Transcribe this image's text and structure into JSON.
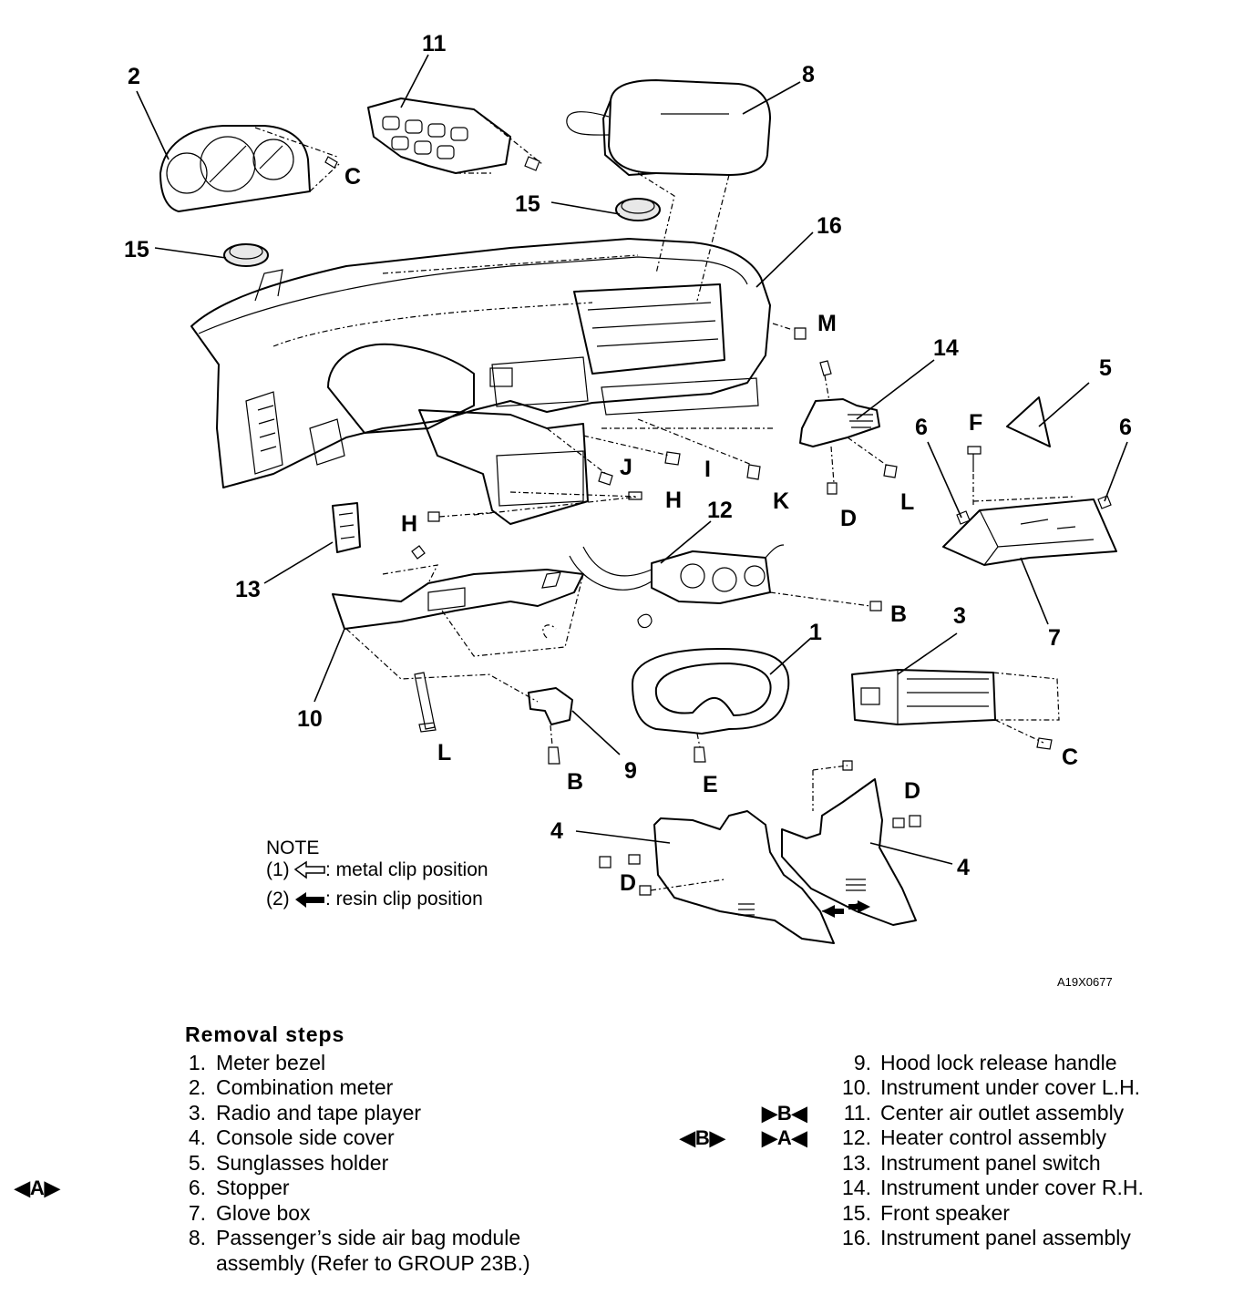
{
  "callouts": [
    {
      "id": "c2",
      "text": "2"
    },
    {
      "id": "c11",
      "text": "11"
    },
    {
      "id": "c8",
      "text": "8"
    },
    {
      "id": "cC1",
      "text": "C"
    },
    {
      "id": "c15a",
      "text": "15"
    },
    {
      "id": "c15b",
      "text": "15"
    },
    {
      "id": "c16",
      "text": "16"
    },
    {
      "id": "cM",
      "text": "M"
    },
    {
      "id": "c14",
      "text": "14"
    },
    {
      "id": "c5",
      "text": "5"
    },
    {
      "id": "c6a",
      "text": "6"
    },
    {
      "id": "cF",
      "text": "F"
    },
    {
      "id": "c6b",
      "text": "6"
    },
    {
      "id": "cJ",
      "text": "J"
    },
    {
      "id": "cI",
      "text": "I"
    },
    {
      "id": "cK",
      "text": "K"
    },
    {
      "id": "cD1",
      "text": "D"
    },
    {
      "id": "cL1",
      "text": "L"
    },
    {
      "id": "cH1",
      "text": "H"
    },
    {
      "id": "cH2",
      "text": "H"
    },
    {
      "id": "c12",
      "text": "12"
    },
    {
      "id": "c13",
      "text": "13"
    },
    {
      "id": "cB1",
      "text": "B"
    },
    {
      "id": "c3",
      "text": "3"
    },
    {
      "id": "c7",
      "text": "7"
    },
    {
      "id": "c1",
      "text": "1"
    },
    {
      "id": "c10",
      "text": "10"
    },
    {
      "id": "cL2",
      "text": "L"
    },
    {
      "id": "cB2",
      "text": "B"
    },
    {
      "id": "c9",
      "text": "9"
    },
    {
      "id": "cE",
      "text": "E"
    },
    {
      "id": "cC2",
      "text": "C"
    },
    {
      "id": "cD2",
      "text": "D"
    },
    {
      "id": "c4a",
      "text": "4"
    },
    {
      "id": "c4b",
      "text": "4"
    },
    {
      "id": "cD3",
      "text": "D"
    }
  ],
  "note": {
    "title": "NOTE",
    "line1_prefix": "(1)",
    "line1_text": ": metal clip position",
    "line2_prefix": "(2)",
    "line2_text": ": resin clip position"
  },
  "figure_code": "A19X0677",
  "removal": {
    "title": "Removal steps",
    "left": [
      {
        "num": "1.",
        "text": "Meter bezel"
      },
      {
        "num": "2.",
        "text": "Combination meter"
      },
      {
        "num": "3.",
        "text": "Radio and tape player"
      },
      {
        "num": "4.",
        "text": "Console side cover"
      },
      {
        "num": "5.",
        "text": "Sunglasses holder"
      },
      {
        "num": "6.",
        "text": "Stopper",
        "marker": "◀A▶"
      },
      {
        "num": "7.",
        "text": "Glove box"
      },
      {
        "num": "8.",
        "text": "Passenger’s side air bag module"
      },
      {
        "num": "",
        "text": "assembly (Refer to GROUP 23B.)"
      }
    ],
    "right": [
      {
        "num": "9.",
        "text": "Hood lock release handle"
      },
      {
        "num": "10.",
        "text": "Instrument under cover L.H."
      },
      {
        "num": "11.",
        "text": "Center air outlet assembly",
        "marker": "▶B◀"
      },
      {
        "num": "12.",
        "text": "Heater control assembly",
        "marker": "▶A◀",
        "marker2": "◀B▶"
      },
      {
        "num": "13.",
        "text": "Instrument panel switch"
      },
      {
        "num": "14.",
        "text": "Instrument under cover R.H."
      },
      {
        "num": "15.",
        "text": "Front speaker"
      },
      {
        "num": "16.",
        "text": "Instrument panel assembly"
      }
    ]
  }
}
